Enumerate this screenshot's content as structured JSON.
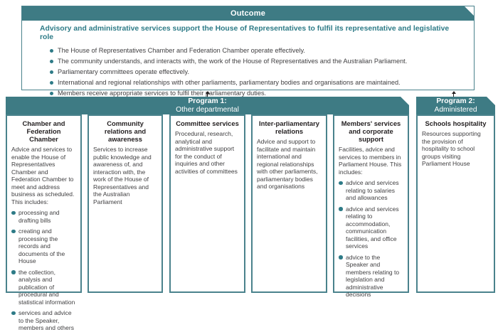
{
  "colors": {
    "teal_header": "#3e7b84",
    "teal_border": "#4a828c",
    "teal_text": "#2e7b87",
    "body_text": "#414042",
    "arrow": "#231f20"
  },
  "outcome": {
    "title": "Outcome",
    "lead": "Advisory and administrative services support the House of Representatives to fulfil its representative and legislative role",
    "bullets": [
      "The House of Representatives Chamber and Federation Chamber operate effectively.",
      "The community understands, and interacts with, the work of the House of Representatives and the Australian Parliament.",
      "Parliamentary committees operate effectively.",
      "International and regional relationships with other parliaments, parliamentary bodies and organisations are maintained.",
      "Members receive appropriate services to fulfil their parliamentary duties."
    ]
  },
  "programs": [
    {
      "title": "Program 1:",
      "subtitle": "Other departmental"
    },
    {
      "title": "Program 2:",
      "subtitle": "Administered"
    }
  ],
  "columns": [
    {
      "title": "Chamber and Federation Chamber",
      "body": "Advice and services to enable the House of Representatives Chamber and Federation Chamber to meet and address business as scheduled. This includes:",
      "bullets": [
        "processing and drafting bills",
        "creating and processing the records and documents of the House",
        "the collection, analysis and publication of procedural and statistical information",
        "services and advice to the Speaker, members and others"
      ]
    },
    {
      "title": "Community relations and awareness",
      "body": "Services to increase public knowledge and awareness of, and interaction with, the work of the House of Representatives and the Australian Parliament",
      "bullets": []
    },
    {
      "title": "Committee services",
      "body": "Procedural, research, analytical and administrative support for the conduct of inquiries and other activities of committees",
      "bullets": []
    },
    {
      "title": "Inter-parliamentary relations",
      "body": "Advice and support to facilitate and maintain international and regional relationships with other parliaments, parliamentary bodies and organisations",
      "bullets": []
    },
    {
      "title": "Members' services and corporate support",
      "body": "Facilities, advice and services to members in Parliament House. This includes:",
      "bullets": [
        "advice and services relating to salaries and allowances",
        "advice and services relating to accommodation, communication facilities, and office services",
        "advice to the Speaker and members relating to legislation and administrative decisions"
      ]
    },
    {
      "title": "Schools hospitality",
      "body": "Resources supporting the provision of hospitality to school groups visiting Parliament House",
      "bullets": []
    }
  ]
}
